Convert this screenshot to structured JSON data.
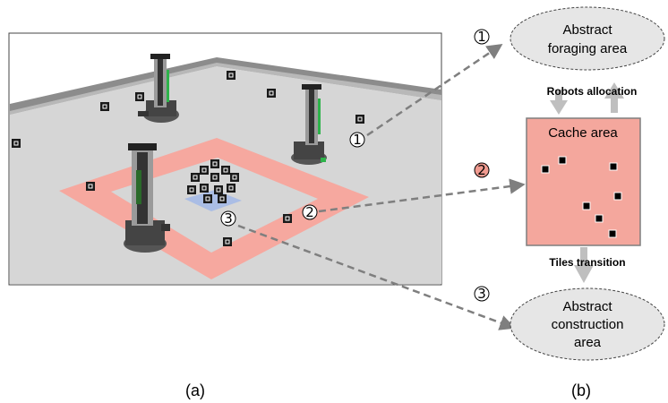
{
  "figure": {
    "panel_a_caption": "(a)",
    "panel_b_caption": "(b)",
    "markers": [
      "①",
      "②",
      "③"
    ],
    "nodes": {
      "foraging_line1": "Abstract",
      "foraging_line2": "foraging area",
      "cache": "Cache area",
      "construction_line1": "Abstract",
      "construction_line2": "construction",
      "construction_line3": "area"
    },
    "edges": {
      "robots_allocation": "Robots allocation",
      "tiles_transition": "Tiles transition"
    }
  },
  "colors": {
    "cache_fill": "#f4a79d",
    "cache_border": "#7f7f7f",
    "ellipse_fill": "#e6e6e6",
    "arrow_gray": "#bfbfbf",
    "dash_gray": "#7f7f7f",
    "marker2_fill": "#f19b90",
    "floor": "#d6d6d6",
    "walls": "#8c8c8c",
    "zone": "#f6a89f"
  }
}
